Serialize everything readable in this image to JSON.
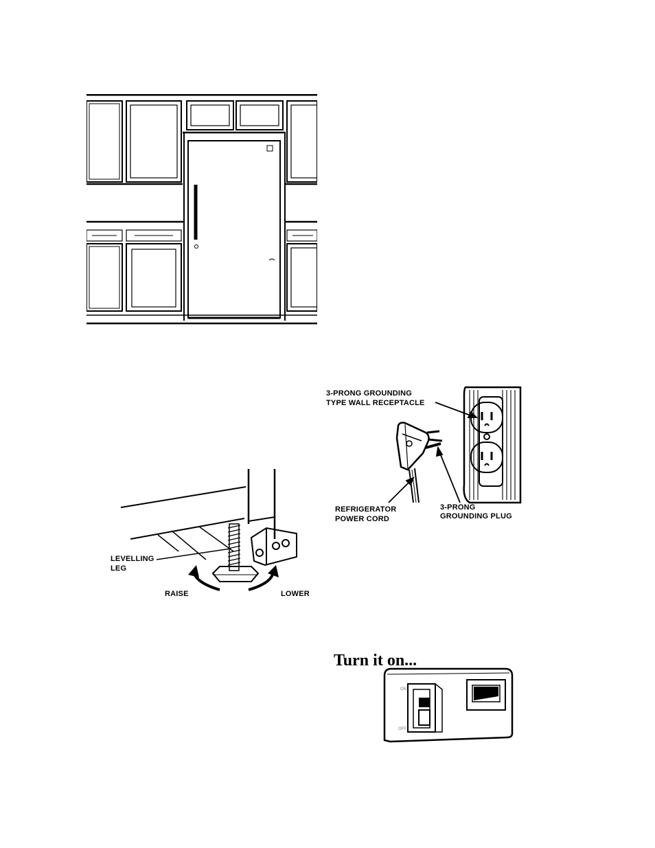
{
  "figures": {
    "kitchen": {
      "name": "kitchen-cabinets-with-refrigerator"
    },
    "leveling": {
      "leg_label_line1": "LEVELLING",
      "leg_label_line2": "LEG",
      "raise_label": "RAISE",
      "lower_label": "LOWER"
    },
    "electrical": {
      "receptacle_line1": "3-PRONG GROUNDING",
      "receptacle_line2": "TYPE WALL RECEPTACLE",
      "cord_line1": "REFRIGERATOR",
      "cord_line2": "POWER CORD",
      "plug_line1": "3-PRONG",
      "plug_line2": "GROUNDING PLUG"
    },
    "control": {
      "heading": "Turn it on...",
      "on_label": "ON",
      "off_label": "OFF"
    }
  }
}
